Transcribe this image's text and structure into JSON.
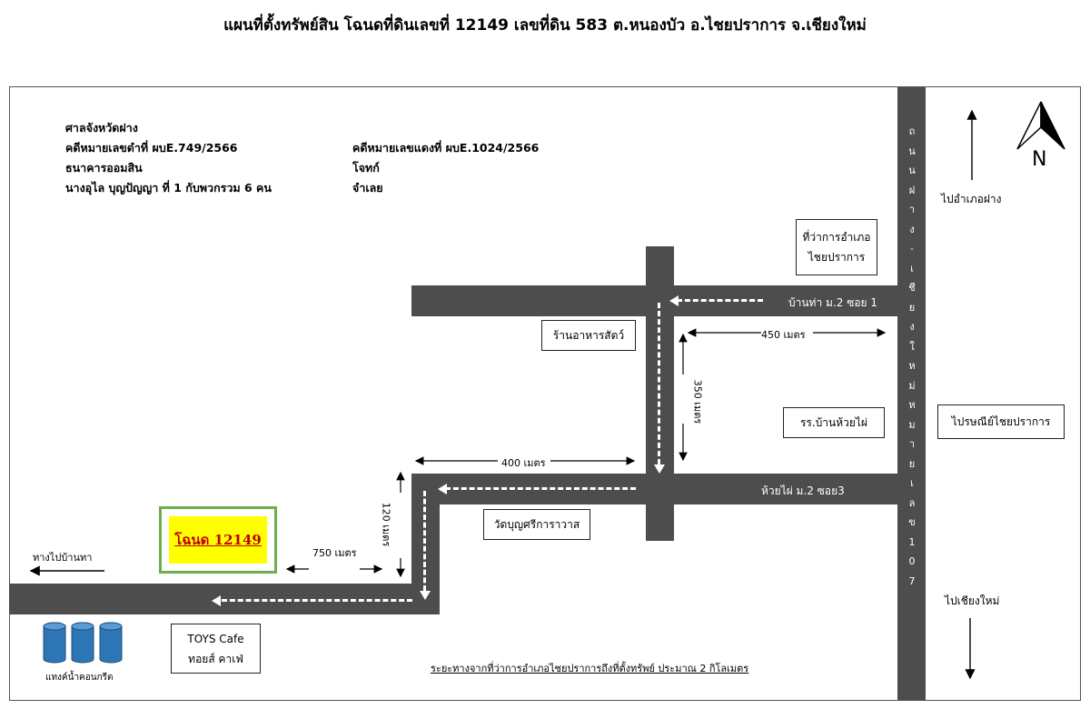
{
  "title": "แผนที่ตั้งทรัพย์สิน โฉนดที่ดินเลขที่ 12149 เลขที่ดิน 583 ต.หนองบัว อ.ไชยปราการ จ.เชียงใหม่",
  "case_info": {
    "court": "ศาลจังหวัดฝาง",
    "black_case": "คดีหมายเลขดำที่ ผบE.749/2566",
    "red_case": "คดีหมายเลขแดงที่ ผบE.1024/2566",
    "plaintiff": "ธนาคารออมสิน",
    "plaintiff_role": "โจทก์",
    "defendant": "นางอุไล  บุญปัญญา ที่ 1 กับพวกรวม 6 คน",
    "defendant_role": "จำเลย"
  },
  "highway": {
    "name_chars": [
      "ถ",
      "น",
      "น",
      "ฝ",
      "า",
      "ง",
      "-",
      "เ",
      "ชี",
      "ย",
      "ง",
      "ใ",
      "ห",
      "ม่",
      "ห",
      "ม",
      "า",
      "ย",
      "เ",
      "ล",
      "ข",
      "1",
      "0",
      "7"
    ]
  },
  "places": {
    "district_office": [
      "ที่ว่าการอำเภอ",
      "ไชยปราการ"
    ],
    "pet_food_shop": "ร้านอาหารสัตว์",
    "school": "รร.บ้านห้วยไผ่",
    "post_office": "ไปรษณีย์ไชยปราการ",
    "temple": "วัดบุญศรีการาวาส",
    "cafe": [
      "TOYS Cafe",
      "ทอยส์ คาเฟ่"
    ],
    "water_tank": "แทงค์น้ำคอนกรีต",
    "deed": "โฉนด 12149"
  },
  "roads": {
    "soi1": "บ้านท่า ม.2 ซอย 1",
    "soi3": "ห้วยไผ่ ม.2 ซอย3"
  },
  "directions": {
    "to_fang": "ไปอำเภอฝาง",
    "to_chiangmai": "ไปเชียงใหม่",
    "to_banta": "ทางไปบ้านทา"
  },
  "distances": {
    "d450": "450 เมตร",
    "d350": "350 เมตร",
    "d400": "400 เมตร",
    "d120": "120 เมตร",
    "d750": "750 เมตร"
  },
  "north": "N",
  "footnote": "ระยะทางจากที่ว่าการอำเภอไชยปราการถึงที่ตั้งทรัพย์ ประมาณ 2 กิโลเมตร",
  "colors": {
    "road": "#4d4d4d",
    "deed_fill": "#ffff00",
    "deed_border": "#6ab04c",
    "deed_text": "#c00000",
    "tank": "#2e75b6"
  }
}
